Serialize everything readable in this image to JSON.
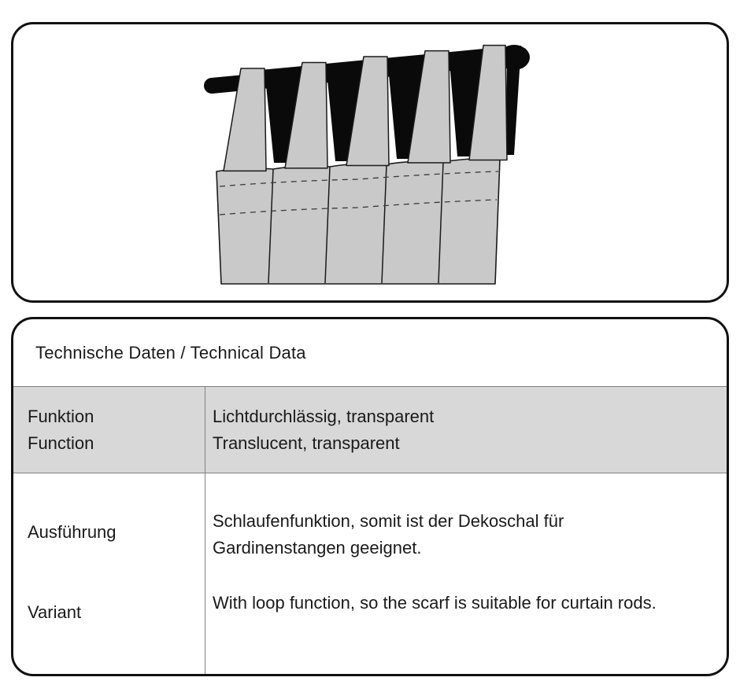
{
  "illustration": {
    "alt": "Tab-top curtain hanging on a rod (loop function drawing)"
  },
  "spec": {
    "title": "Technische Daten / Technical Data",
    "rows": [
      {
        "label_lines": [
          "Funktion",
          "Function"
        ],
        "value_lines": [
          "Lichtdurchlässig, transparent",
          "Translucent, transparent"
        ]
      },
      {
        "label_lines": [
          "Ausführung",
          "Variant"
        ],
        "value_paragraphs": [
          "Schlaufenfunktion, somit ist der Dekoschal für Gardinenstangen geeignet.",
          "With loop function, so the scarf is suitable for curtain rods."
        ]
      }
    ]
  },
  "colors": {
    "panel_border": "#111111",
    "table_line": "#808080",
    "row_highlight_bg": "#d8d8d8",
    "text": "#1a1a1a",
    "curtain_fill": "#c9c9c9",
    "rod_fill": "#0a0a0a",
    "background": "#ffffff"
  }
}
